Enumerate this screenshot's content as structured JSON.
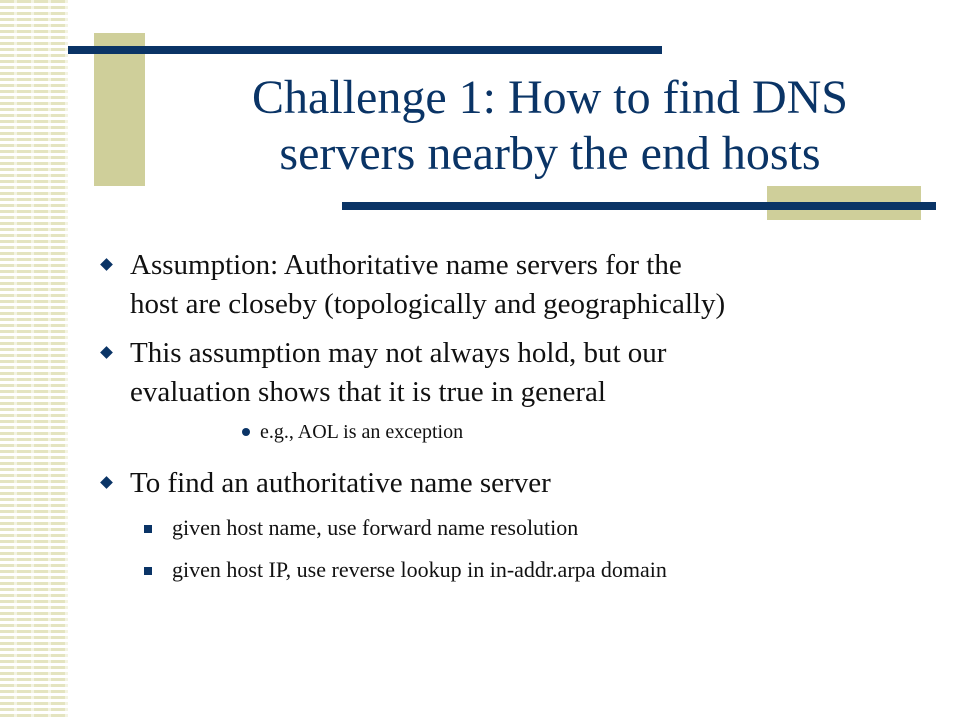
{
  "slide": {
    "title_line1": "Challenge 1: How to find DNS",
    "title_line2": "servers nearby the end hosts",
    "bullets": [
      {
        "text_line1": "Assumption: Authoritative name servers for the",
        "text_line2": "host are closeby (topologically and geographically)"
      },
      {
        "text_line1": "This assumption may not always hold, but our",
        "text_line2": "evaluation shows that it is true in general",
        "sub": "e.g., AOL is an exception"
      },
      {
        "text_line1": "To find an authoritative name server",
        "subitems": [
          "given host name, use forward name resolution",
          "given host IP, use reverse lookup in in-addr.arpa domain"
        ]
      }
    ]
  },
  "colors": {
    "navy": "#0a3466",
    "tan": "#cfcf9a",
    "stripe": "#e4e4c0"
  },
  "icons": [
    "diamond-bullet-icon",
    "square-bullet-icon",
    "round-bullet-icon"
  ]
}
